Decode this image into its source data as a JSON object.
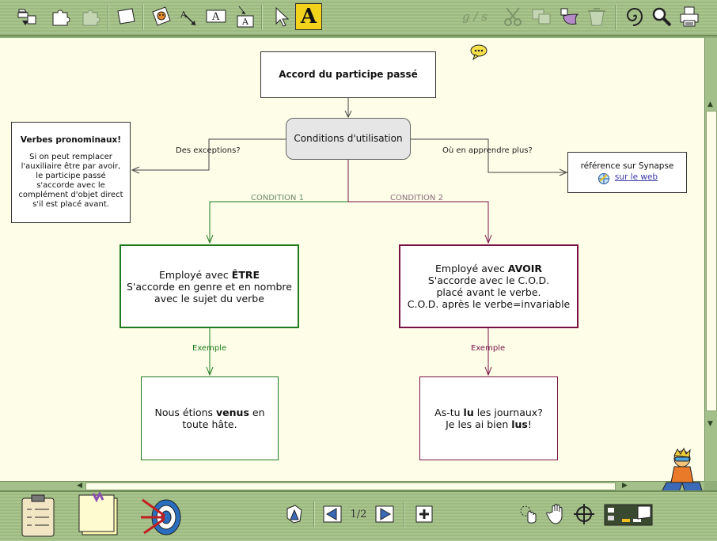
{
  "toolbar_top": {
    "tools": [
      {
        "name": "move-nodes-icon"
      },
      {
        "name": "puzzle-icon"
      },
      {
        "name": "puzzle-disabled-icon"
      },
      {
        "name": "blank-page-icon"
      },
      {
        "name": "picture-icon"
      },
      {
        "name": "text-arrow-icon"
      },
      {
        "name": "text-box-icon"
      },
      {
        "name": "text-link-icon"
      },
      {
        "name": "pointer-icon"
      },
      {
        "name": "highlight-text-icon"
      },
      {
        "name": "text-style-icon"
      },
      {
        "name": "scissors-icon"
      },
      {
        "name": "copy-icon"
      },
      {
        "name": "paste-icon"
      },
      {
        "name": "trash-icon"
      },
      {
        "name": "spiral-icon"
      },
      {
        "name": "magnifier-icon"
      },
      {
        "name": "printer-icon"
      }
    ],
    "highlight_letter": "A",
    "style_letters": "g / s",
    "text_box_letter": "A"
  },
  "map": {
    "title": "Accord du participe passé",
    "conditions": "Conditions d'utilisation",
    "left_label": "Des exceptions?",
    "right_label": "Où en apprendre plus?",
    "pronominaux": {
      "title": "Verbes pronominaux!",
      "text": "Si on peut remplacer l'auxiliaire être par avoir, le participe passé s'accorde avec le complément d'objet direct s'il est placé avant."
    },
    "reference": {
      "text": "référence sur Synapse",
      "link": "sur le web"
    },
    "condition1": "CONDITION 1",
    "condition2": "CONDITION 2",
    "etre": {
      "line1a": "Employé avec ",
      "line1b": "ÊTRE",
      "line2": "S'accorde en genre et en nombre",
      "line3": "avec le sujet du verbe"
    },
    "avoir": {
      "line1a": "Employé avec ",
      "line1b": "AVOIR",
      "line2": "S'accorde avec le C.O.D.",
      "line3": "placé avant le verbe.",
      "line4": "C.O.D. après le verbe=invariable"
    },
    "exemple_label_1": "Exemple",
    "exemple_label_2": "Exemple",
    "ex1": {
      "a": "Nous étions ",
      "b": "venus",
      "c": " en",
      "d": "toute hâte."
    },
    "ex2": {
      "a": "As-tu ",
      "b": "lu",
      "c": " les journaux?",
      "d": "Je les ai bien ",
      "e": "lus",
      "f": "!"
    }
  },
  "toolbar_bottom": {
    "page_indicator": "1/2",
    "buttons": [
      {
        "name": "checklist-icon"
      },
      {
        "name": "sticky-note-icon"
      },
      {
        "name": "target-icon"
      },
      {
        "name": "home-icon"
      },
      {
        "name": "previous-page-icon"
      },
      {
        "name": "next-page-icon"
      },
      {
        "name": "add-page-icon"
      },
      {
        "name": "select-hand-icon"
      },
      {
        "name": "pan-hand-icon"
      },
      {
        "name": "crosshair-icon"
      },
      {
        "name": "navigator-icon"
      }
    ]
  },
  "colors": {
    "green": "#1e7a1e",
    "purple": "#7a1146",
    "canvas": "#fdfde8",
    "toolbar": "#9cba80"
  }
}
